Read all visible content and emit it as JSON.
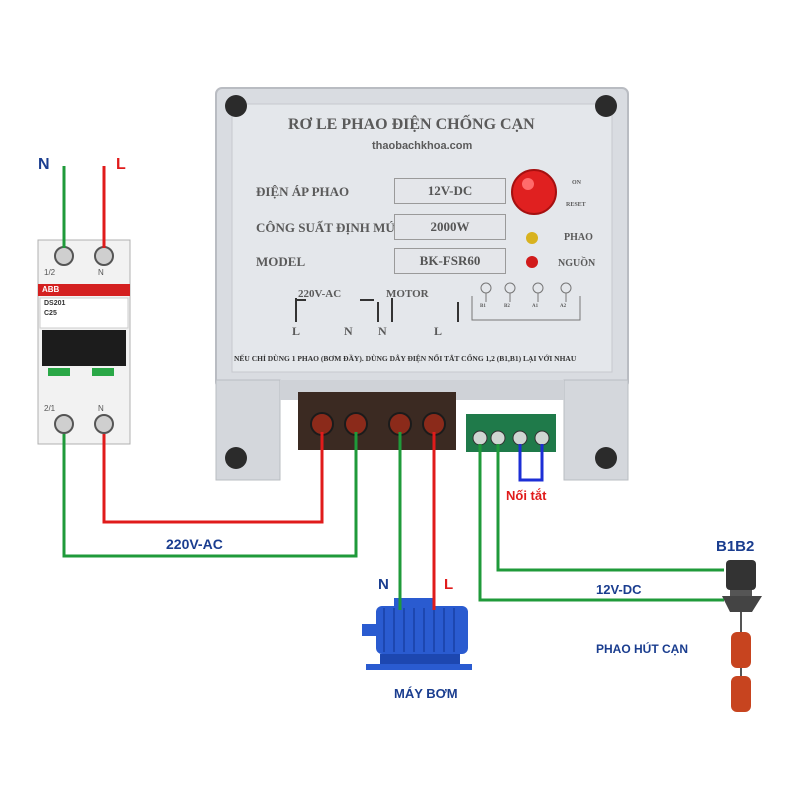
{
  "breaker": {
    "n_label": "N",
    "l_label": "L",
    "top_left_mark": "1/2",
    "top_right_mark": "N",
    "bottom_left_mark": "2/1",
    "bottom_right_mark": "N",
    "brand": "ABB",
    "model": "DS201",
    "rating": "C25"
  },
  "relay": {
    "title": "RƠ LE PHAO ĐIỆN CHỐNG CẠN",
    "website": "thaobachkhoa.com",
    "rows": [
      {
        "label": "ĐIỆN ÁP PHAO",
        "value": "12V-DC"
      },
      {
        "label": "CÔNG SUẤT ĐỊNH MỨC",
        "value": "2000W"
      },
      {
        "label": "MODEL",
        "value": "BK-FSR60"
      }
    ],
    "button_on": "ON",
    "button_reset": "RESET",
    "led_phao": "PHAO",
    "led_nguon": "NGUỒN",
    "section_ac": "220V-AC",
    "section_motor": "MOTOR",
    "terminal_letters": [
      "L",
      "N",
      "N",
      "L"
    ],
    "float_terminals": [
      "B1",
      "B2",
      "A1",
      "A2"
    ],
    "note": "NẾU CHỈ DÙNG 1 PHAO (BƠM ĐẦY). DÙNG DÂY ĐIỆN NỐI TẮT CỔNG 1,2 (B1,B1) LẠI VỚI NHAU"
  },
  "labels": {
    "supply": "220V-AC",
    "short": "Nối tắt",
    "float_voltage": "12V-DC",
    "float_ports": "B1B2",
    "float_name": "PHAO HÚT CẠN",
    "motor_n": "N",
    "motor_l": "L",
    "pump": "MÁY BƠM"
  },
  "colors": {
    "wire_green": "#1f9a3a",
    "wire_red": "#e01b1b",
    "wire_blue": "#1c2fd6",
    "label_blue": "#1a3d8f",
    "motor_blue": "#2a5bd0"
  }
}
